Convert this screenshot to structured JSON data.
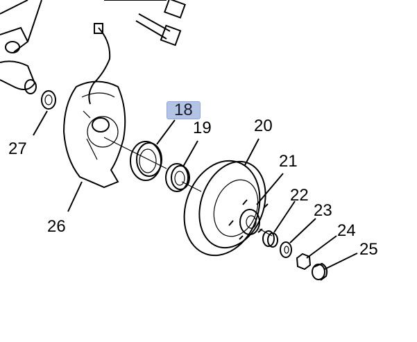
{
  "labels": {
    "l18": "18",
    "l19": "19",
    "l20": "20",
    "l21": "21",
    "l22": "22",
    "l23": "23",
    "l24": "24",
    "l25": "25",
    "l26": "26",
    "l27": "27"
  },
  "highlight_color": "#b3c3e3"
}
